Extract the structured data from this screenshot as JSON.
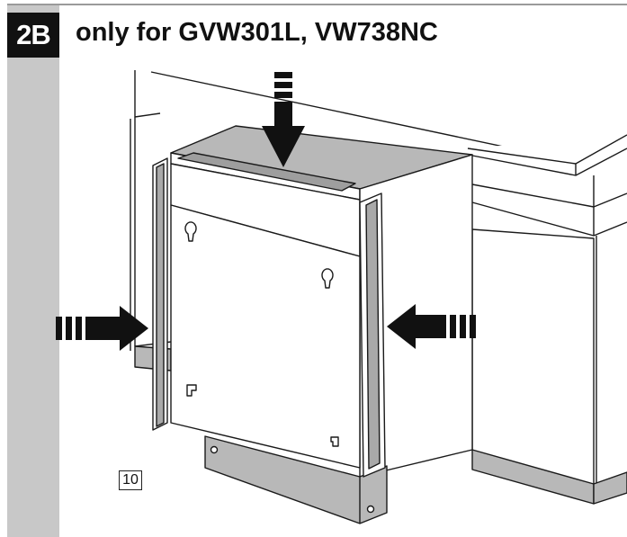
{
  "step": {
    "label": "2B",
    "title": "only for GVW301L, VW738NC"
  },
  "callout_number": "10",
  "icons": {
    "arrow_top": "arrow-down-push",
    "arrow_left": "arrow-right-push",
    "arrow_right": "arrow-left-push"
  },
  "colors": {
    "sidebar": "#c8c8c8",
    "badge": "#111111",
    "strip": "#a9a9a9",
    "plinth": "#b8b8b8"
  }
}
